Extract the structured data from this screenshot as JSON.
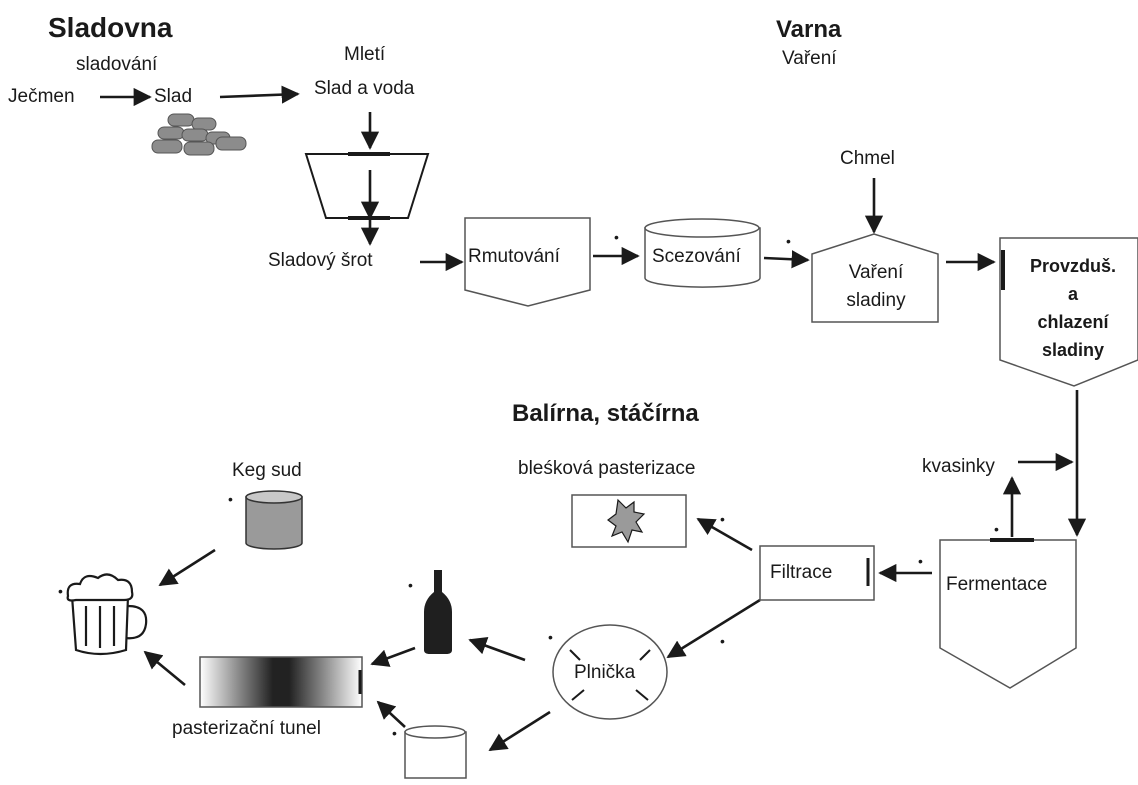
{
  "sections": {
    "sladovna": "Sladovna",
    "varna": "Varna",
    "varna_sub": "Vaření",
    "balirna": "Balírna, stáčírna"
  },
  "labels": {
    "sladovani": "sladování",
    "jecmen": "Ječmen",
    "slad": "Slad",
    "mleti": "Mletí",
    "slad_a_voda": "Slad a voda",
    "sladovy_srot": "Sladový šrot",
    "chmel": "Chmel",
    "kvasinky": "kvasinky",
    "keg_sud": "Keg sud",
    "bleskova_pasterizace": "bleśková pasterizace",
    "pasterizacni_tunel": "pasterizační tunel"
  },
  "steps": {
    "rmutovani": "Rmutování",
    "scezovani": "Scezování",
    "vareni_line1": "Vaření",
    "vareni_line2": "sladiny",
    "provzdus_line1": "Provzduš.",
    "provzdus_line2": "a",
    "provzdus_line3": "chlazení",
    "provzdus_line4": "sladiny",
    "fermentace": "Fermentace",
    "filtrace": "Filtrace",
    "plnicka": "Plnička"
  },
  "markers": {
    "dot": "•"
  },
  "colors": {
    "ink": "#1a1a1a",
    "stone": "#8c8c8c",
    "keg": "#9a9a9a",
    "bottle": "#1f1f1f",
    "line": "#333333"
  }
}
